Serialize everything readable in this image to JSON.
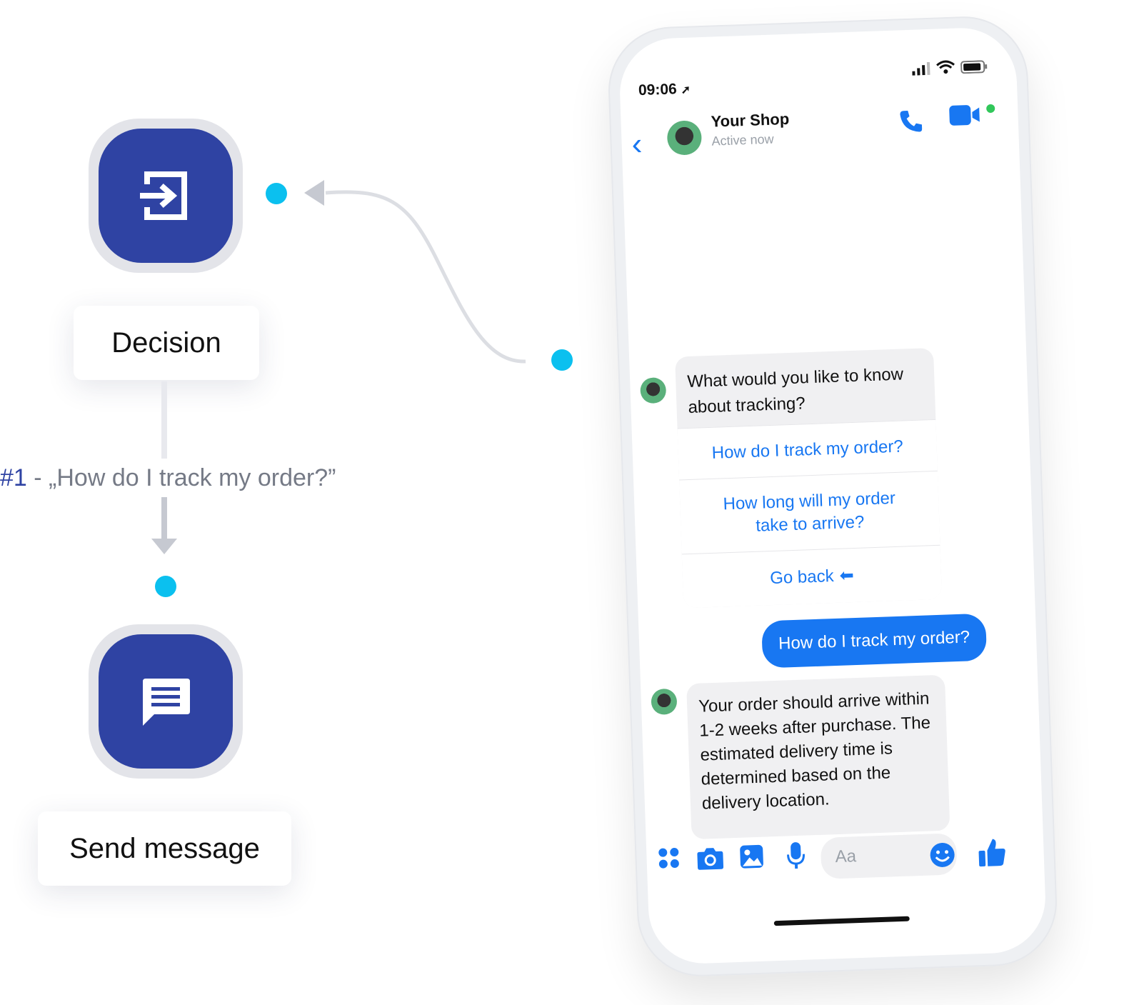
{
  "flow": {
    "decision_label": "Decision",
    "condition_number": "#1",
    "condition_text": " - „How do I track my order?”",
    "send_label": "Send message"
  },
  "phone": {
    "status_time": "09:06",
    "shop_name": "Your Shop",
    "shop_status": "Active now",
    "messages": {
      "bot_question": "What would you like to know about tracking?",
      "quick_replies": [
        "How do I track my order?",
        "How long will my order take to arrive?",
        "Go back"
      ],
      "user_reply": "How do I track my order?",
      "bot_answer": "Your order should arrive within 1-2 weeks after purchase. The estimated delivery time is determined based on the delivery location."
    },
    "composer_placeholder": "Aa"
  },
  "colors": {
    "node_blue": "#2f43a3",
    "connector_dot": "#0bc0ef",
    "messenger_blue": "#1877f2",
    "online_green": "#31c75a"
  }
}
